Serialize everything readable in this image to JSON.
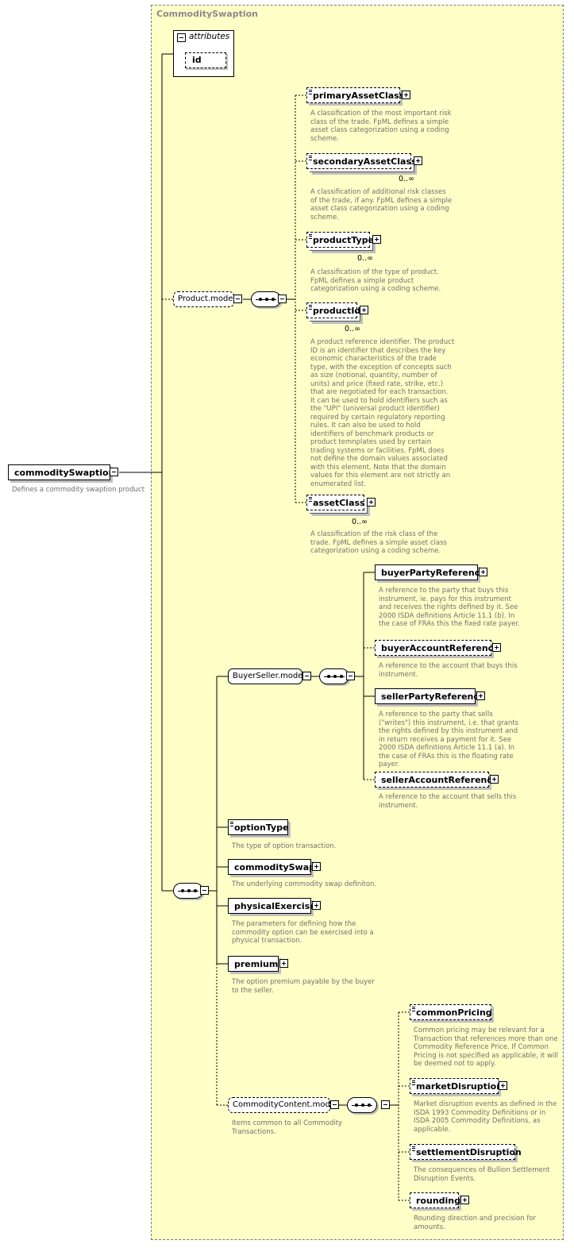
{
  "group_title": "CommoditySwaption",
  "attributes": {
    "label": "attributes",
    "id_label": "id"
  },
  "root": {
    "label": "commoditySwaption",
    "description": "Defines a commodity swaption product"
  },
  "product_model": {
    "label": "Product.model",
    "elements": [
      {
        "label": "primaryAssetClass",
        "multiplicity": "",
        "description": "A classification of the most important risk class of the trade. FpML defines a simple asset class categorization using a coding scheme."
      },
      {
        "label": "secondaryAssetClass",
        "multiplicity": "0..∞",
        "description": "A classification of additional risk classes of the trade, if any. FpML defines a simple asset class categorization using a coding scheme."
      },
      {
        "label": "productType",
        "multiplicity": "0..∞",
        "description": "A classification of the type of product. FpML defines a simple product categorization using a coding scheme."
      },
      {
        "label": "productId",
        "multiplicity": "0..∞",
        "description": "A product reference identifier. The product ID is an identifier that describes the key economic characteristics of the trade type, with the exception of concepts such as size (notional, quantity, number of units) and price (fixed rate, strike, etc.) that are negotiated for each transaction. It can be used to hold identifiers such as the \"UPI\" (universal product identifier) required by certain regulatory reporting rules. It can also be used to hold identifiers of benchmark products or product temnplates used by certain trading systems or facilities. FpML does not define the domain values associated with this element. Note that the domain values for this element are not strictly an enumerated list."
      },
      {
        "label": "assetClass",
        "multiplicity": "0..∞",
        "description": "A classification of the risk class of the trade. FpML defines a simple asset class categorization using a coding scheme."
      }
    ]
  },
  "buyer_seller_model": {
    "label": "BuyerSeller.model",
    "elements": [
      {
        "label": "buyerPartyReference",
        "description": "A reference to the party that buys this instrument, ie. pays for this instrument and receives the rights defined by it. See 2000 ISDA definitions Article 11.1 (b). In the case of FRAs this the fixed rate payer."
      },
      {
        "label": "buyerAccountReference",
        "description": "A reference to the account that buys this instrument."
      },
      {
        "label": "sellerPartyReference",
        "description": "A reference to the party that sells (\"writes\") this instrument, i.e. that grants the rights defined by this instrument and in return receives a payment for it. See 2000 ISDA definitions Article 11.1 (a). In the case of FRAs this is the floating rate payer."
      },
      {
        "label": "sellerAccountReference",
        "description": "A reference to the account that sells this instrument."
      }
    ]
  },
  "option_type": {
    "label": "optionType",
    "description": "The type of option transaction."
  },
  "commodity_swap": {
    "label": "commoditySwap",
    "description": "The underlying commodity swap definiton."
  },
  "physical_exercise": {
    "label": "physicalExercise",
    "description": "The parameters for defining how the commodity option can be exercised into a physical transaction."
  },
  "premium": {
    "label": "premium",
    "description": "The option premium payable by the buyer to the seller."
  },
  "commodity_content_model": {
    "label": "CommodityContent.model",
    "description": "Items common to all Commodity Transactions.",
    "elements": [
      {
        "label": "commonPricing",
        "description": "Common pricing may be relevant for a Transaction that references more than one Commodity Reference Price. If Common Pricing is not specified as applicable, it will be deemed not to apply."
      },
      {
        "label": "marketDisruption",
        "description": "Market disruption events as defined in the ISDA 1993 Commodity Definitions or in ISDA 2005 Commodity Definitions, as applicable."
      },
      {
        "label": "settlementDisruption",
        "description": "The consequences of Bullion Settlement Disruption Events."
      },
      {
        "label": "rounding",
        "description": "Rounding direction and precision for amounts."
      }
    ]
  }
}
